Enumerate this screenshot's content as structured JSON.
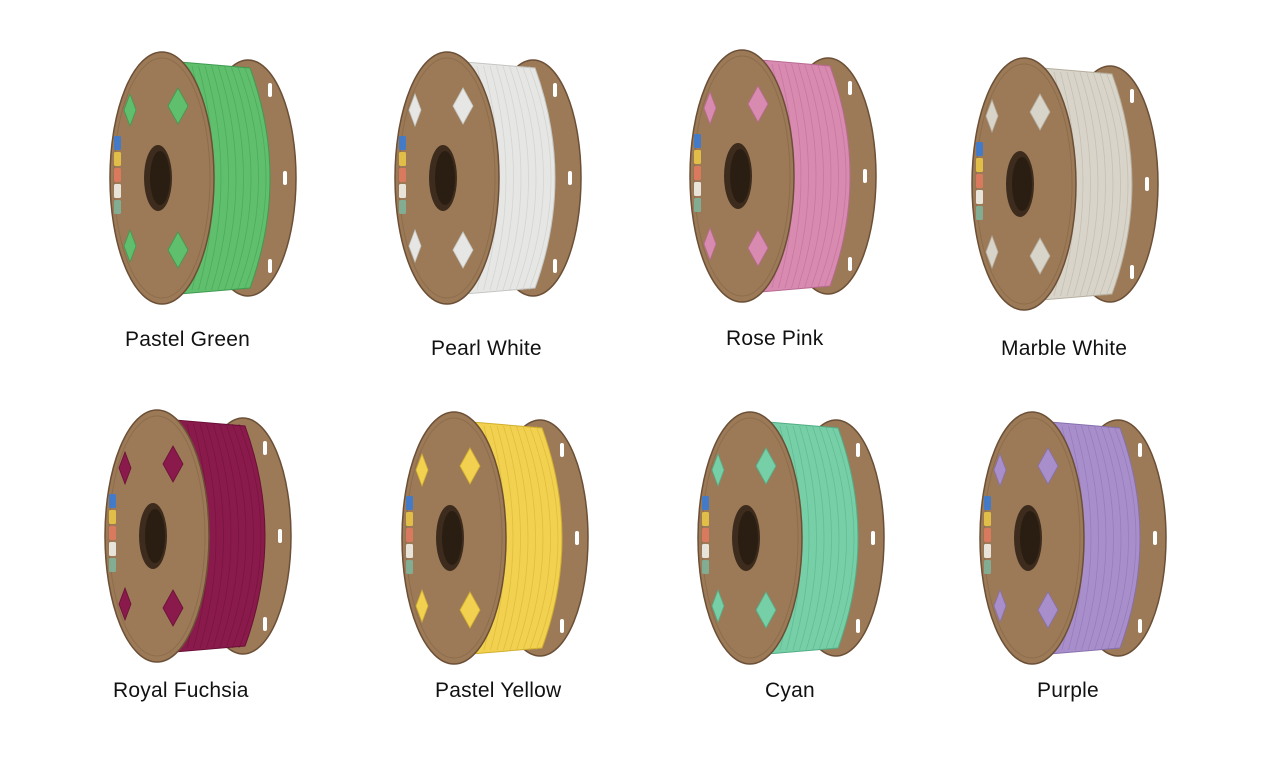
{
  "spools": [
    {
      "label": "Pastel Green",
      "color": "#5fbf6d",
      "shade": "#3f9a52"
    },
    {
      "label": "Pearl White",
      "color": "#e6e7e5",
      "shade": "#c4c6c3"
    },
    {
      "label": "Rose Pink",
      "color": "#d98ab0",
      "shade": "#b86a91"
    },
    {
      "label": "Marble White",
      "color": "#d9d4c9",
      "shade": "#b5ae9f"
    },
    {
      "label": "Royal Fuchsia",
      "color": "#8a1a4b",
      "shade": "#6a1036"
    },
    {
      "label": "Pastel Yellow",
      "color": "#f1d14f",
      "shade": "#d2ae2e"
    },
    {
      "label": "Cyan",
      "color": "#76cfa6",
      "shade": "#52ad86"
    },
    {
      "label": "Purple",
      "color": "#a88fcc",
      "shade": "#8670ad"
    }
  ]
}
